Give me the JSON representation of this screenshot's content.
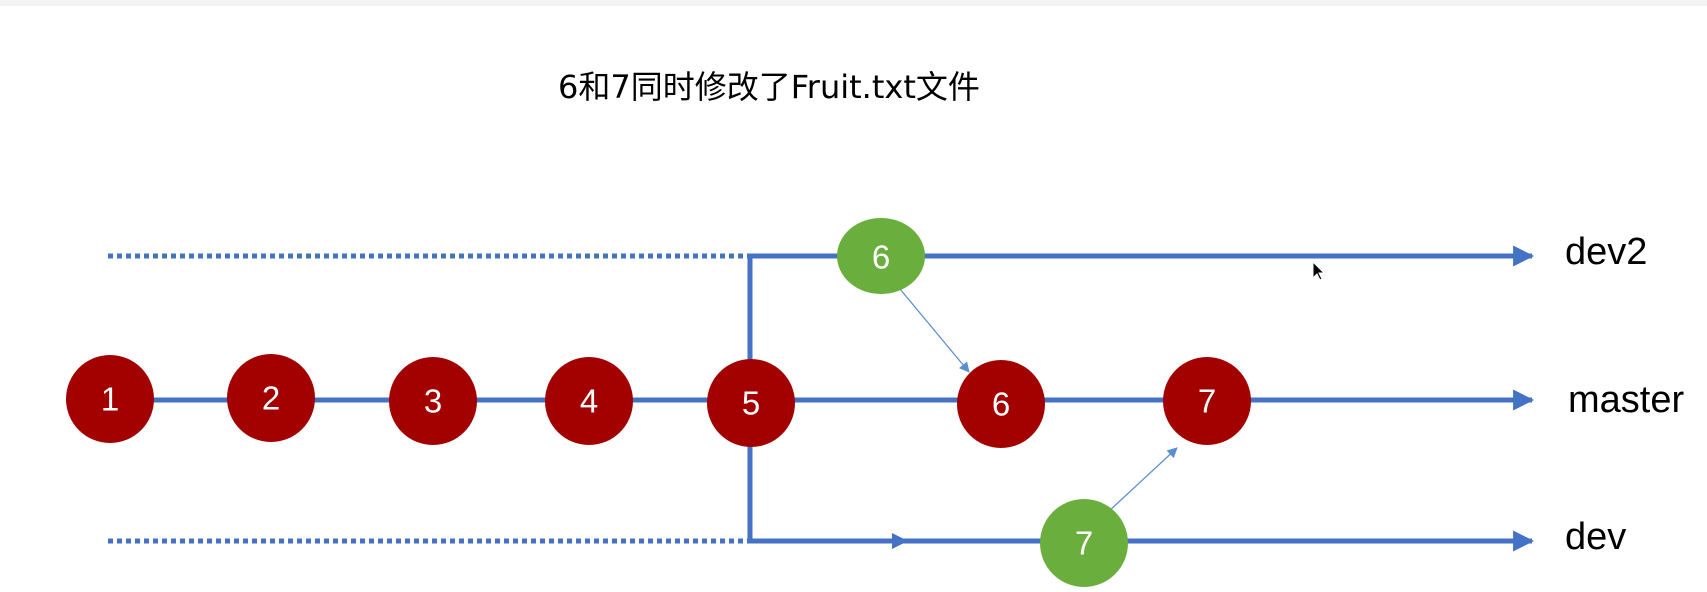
{
  "title": "6和7同时修改了Fruit.txt文件",
  "colors": {
    "line": "#4472c4",
    "commit_red": "#a30000",
    "commit_green": "#6aaf3d",
    "text": "#000000",
    "node_text": "#ffffff"
  },
  "branches": [
    {
      "id": "dev2",
      "label": "dev2"
    },
    {
      "id": "master",
      "label": "master"
    },
    {
      "id": "dev",
      "label": "dev"
    }
  ],
  "commits": [
    {
      "id": "m1",
      "label": "1",
      "branch": "master",
      "color": "red"
    },
    {
      "id": "m2",
      "label": "2",
      "branch": "master",
      "color": "red"
    },
    {
      "id": "m3",
      "label": "3",
      "branch": "master",
      "color": "red"
    },
    {
      "id": "m4",
      "label": "4",
      "branch": "master",
      "color": "red"
    },
    {
      "id": "m5",
      "label": "5",
      "branch": "master",
      "color": "red"
    },
    {
      "id": "d2_6",
      "label": "6",
      "branch": "dev2",
      "color": "green"
    },
    {
      "id": "m6",
      "label": "6",
      "branch": "master",
      "color": "red"
    },
    {
      "id": "m7",
      "label": "7",
      "branch": "master",
      "color": "red"
    },
    {
      "id": "d_7",
      "label": "7",
      "branch": "dev",
      "color": "green"
    }
  ],
  "merges": [
    {
      "from": "d2_6",
      "to": "m6"
    },
    {
      "from": "d_7",
      "to": "m7"
    }
  ]
}
